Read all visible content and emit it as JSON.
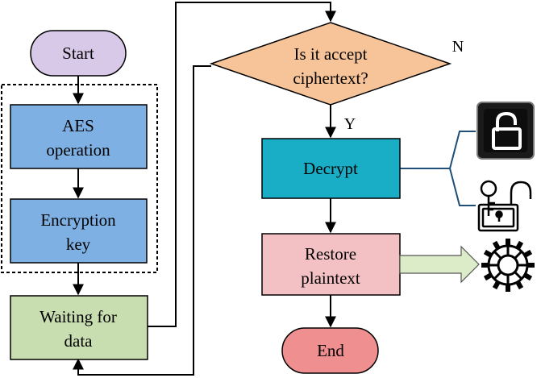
{
  "nodes": {
    "start": "Start",
    "aes": [
      "AES",
      "operation"
    ],
    "key": [
      "Encryption",
      "key"
    ],
    "wait": [
      "Waiting for",
      "data"
    ],
    "decision": [
      "Is it accept",
      "ciphertext?"
    ],
    "decrypt": "Decrypt",
    "restore": [
      "Restore",
      "plaintext"
    ],
    "end": "End"
  },
  "edge_labels": {
    "yes": "Y",
    "no": "N"
  },
  "colors": {
    "start_fill": "#d9c9e8",
    "process_fill": "#7fb0e4",
    "wait_fill": "#c8ddb0",
    "decision_fill": "#f7c49a",
    "decrypt_fill": "#1aaec6",
    "restore_fill": "#f3c1c4",
    "end_fill": "#ef8f8f",
    "branch_line": "#1f4e79",
    "arrow_fill": "#dcecc9"
  },
  "icons": [
    "lock-closed-icon",
    "key-padlock-icon",
    "gear-icon"
  ]
}
